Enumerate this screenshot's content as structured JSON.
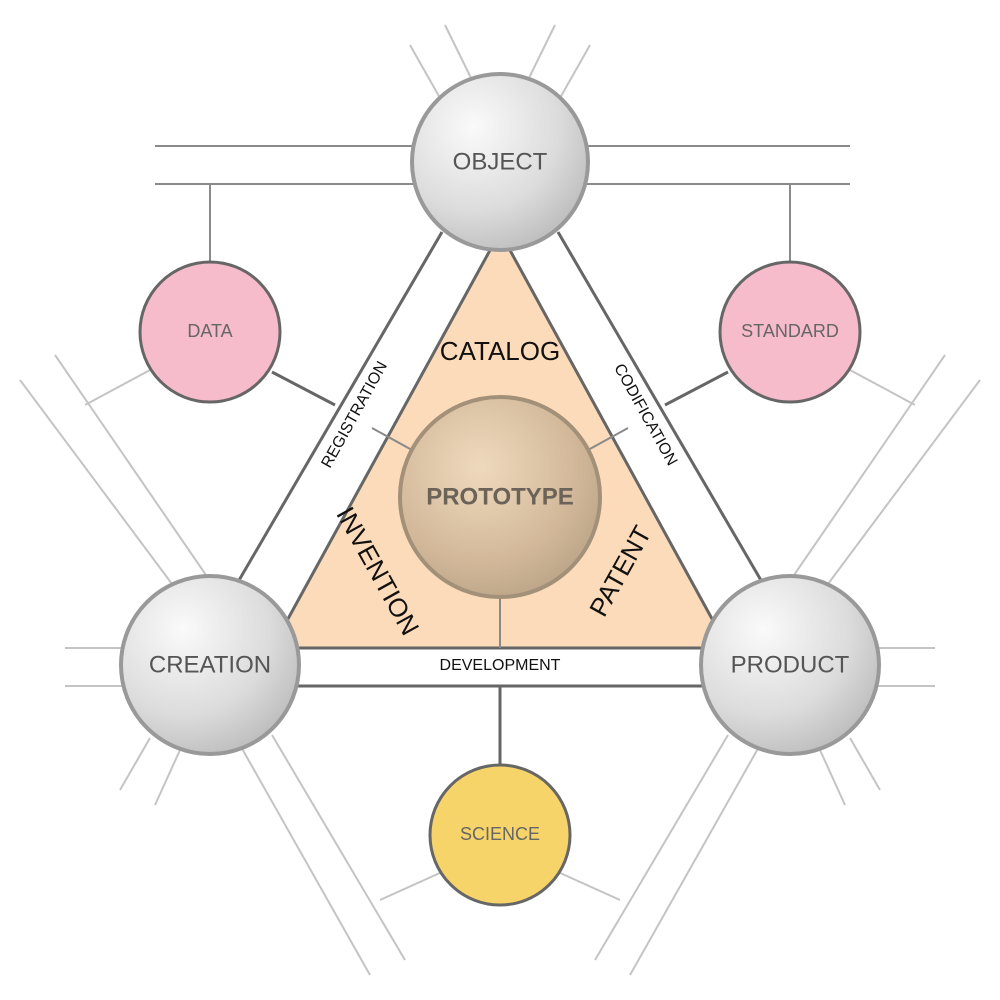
{
  "nodes": {
    "object": "OBJECT",
    "creation": "CREATION",
    "product": "PRODUCT",
    "prototype": "PROTOTYPE",
    "data": "DATA",
    "standard": "STANDARD",
    "science": "SCIENCE"
  },
  "regions": {
    "catalog": "CATALOG",
    "invention": "INVENTION",
    "patent": "PATENT"
  },
  "bands": {
    "registration": "REGISTRATION",
    "codification": "CODIFICATION",
    "development": "DEVELOPMENT"
  },
  "colors": {
    "triangle_fill": "#fbdbb9",
    "pink_node": "#f6bccb",
    "yellow_node": "#f6d46a",
    "gray_node": "#d6d6d6",
    "prototype_node": "#c9ad8e"
  }
}
